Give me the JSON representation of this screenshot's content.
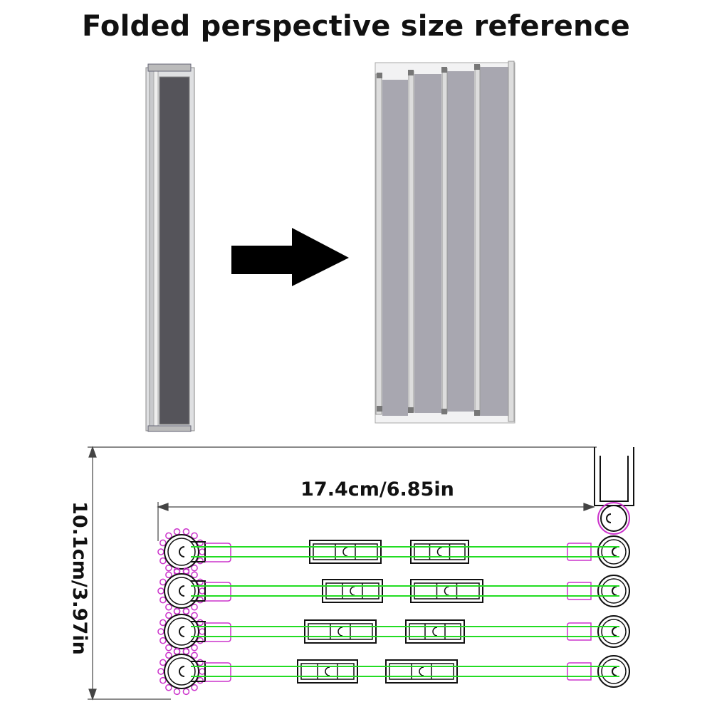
{
  "title": "Folded perspective size reference",
  "dimensions": {
    "width_label": "17.4cm/6.85in",
    "height_label": "10.1cm/3.97in"
  },
  "colors": {
    "frame": "#c8c9cc",
    "folded_glass": "#55545a",
    "unfolded_glass": "#a8a7b0",
    "arrow": "#000000",
    "green_line": "#22dd22",
    "gear": "#cc33cc",
    "accent_cyan": "#33ccee"
  },
  "panel_count": 4
}
